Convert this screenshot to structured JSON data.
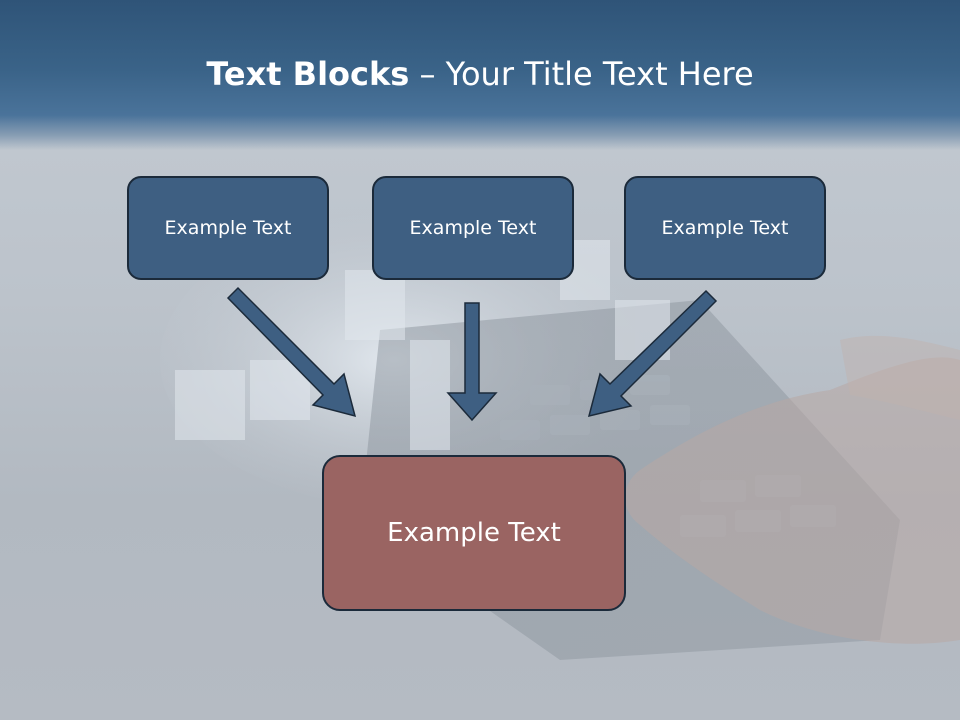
{
  "title": {
    "bold": "Text Blocks",
    "rest": " – Your Title Text Here"
  },
  "diagram": {
    "top_boxes": [
      "Example Text",
      "Example Text",
      "Example Text"
    ],
    "bottom_box": "Example Text"
  },
  "colors": {
    "title_band": "#3a6388",
    "top_box_fill": "#3e5f82",
    "bottom_box_fill": "#9a6462",
    "arrow_fill": "#3e5f82",
    "outline": "#1b2a3a"
  }
}
